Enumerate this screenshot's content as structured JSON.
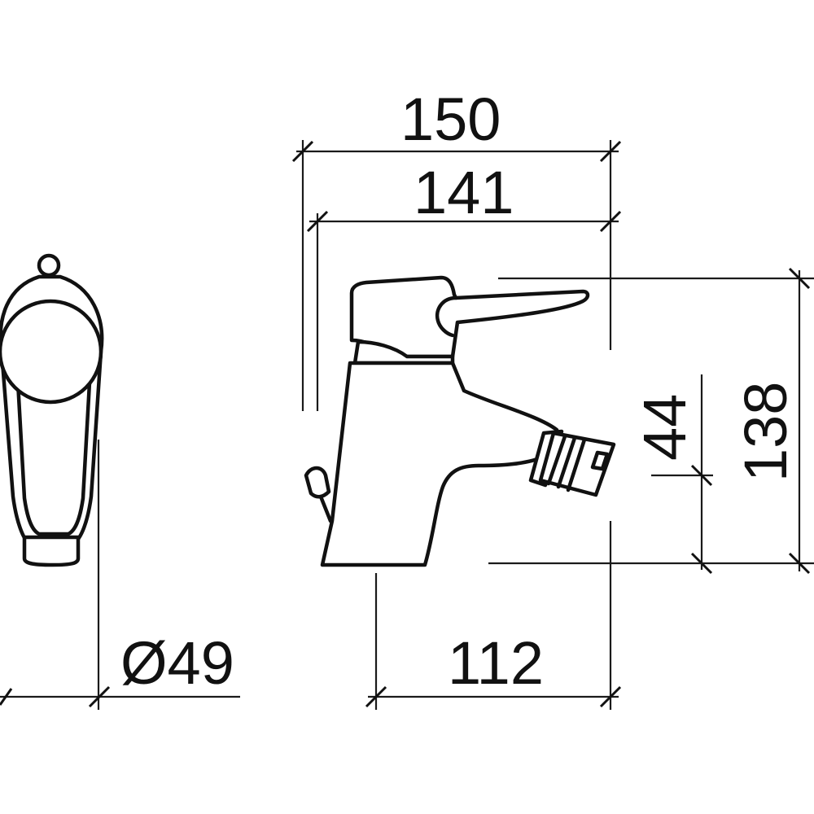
{
  "dimensions": {
    "total_length": "150",
    "spout_length": "141",
    "outlet_height": "44",
    "total_height": "138",
    "spout_reach": "112",
    "base_diameter": "Ø49"
  },
  "colors": {
    "line": "#111111",
    "background": "#ffffff"
  }
}
